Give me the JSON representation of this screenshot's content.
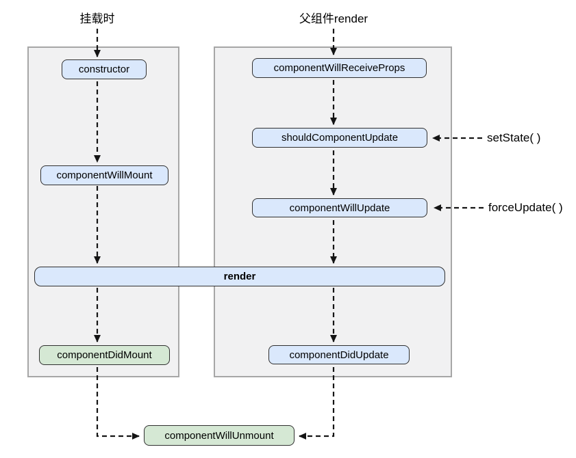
{
  "labels": {
    "mount": "挂载时",
    "parent_render": "父组件render",
    "set_state": "setState( )",
    "force_update": "forceUpdate( )"
  },
  "nodes": {
    "ctor": "constructor",
    "will_receive_props": "componentWillReceiveProps",
    "should_update": "shouldComponentUpdate",
    "will_mount": "componentWillMount",
    "will_update": "componentWillUpdate",
    "render": "render",
    "did_mount": "componentDidMount",
    "did_update": "componentDidUpdate",
    "will_unmount": "componentWillUnmount"
  },
  "colors": {
    "node_blue_fill": "#dae8fc",
    "node_green_fill": "#d5e8d4",
    "node_border": "#2f2f2f",
    "panel_fill": "#f1f1f2",
    "panel_border": "#a6a6a6",
    "arrow": "#141414",
    "text": "#000000",
    "page_bg": "#ffffff"
  }
}
